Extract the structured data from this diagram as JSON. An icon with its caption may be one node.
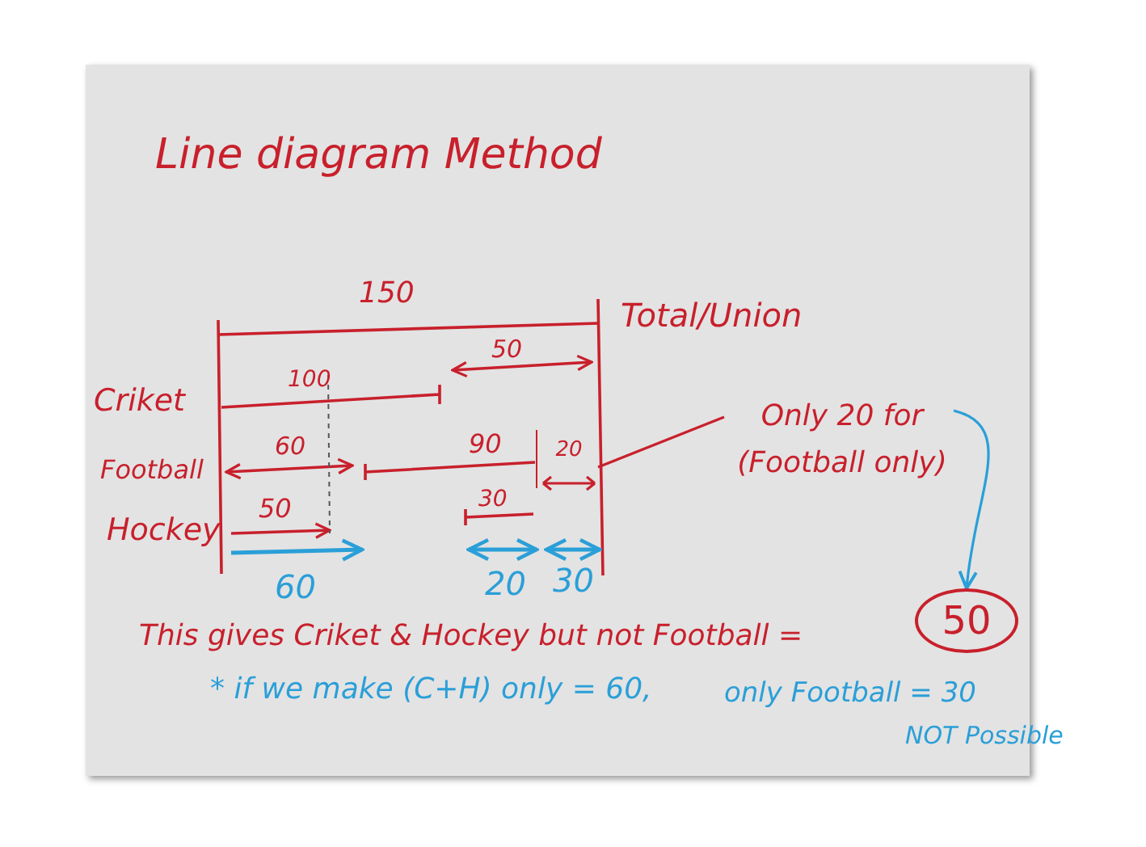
{
  "diagram": {
    "title": "Line diagram Method",
    "nodes": [
      {
        "text": [
          "Only 20 for (Football only)"
        ]
      },
      {
        "text": [
          "20"
        ]
      },
      {
        "text": [
          "50"
        ]
      }
    ],
    "edges": [
      {
        "from": 0,
        "to": 1,
        "arrow": "none",
        "color": "#c8202c"
      },
      {
        "from": 0,
        "to": 2,
        "arrow": "to",
        "color": "#2a9fd8"
      }
    ],
    "labels": [
      "150",
      "Total/Union",
      "50",
      "Criket",
      "100",
      "Football",
      "60",
      "90",
      "30",
      "Hockey",
      "50",
      "60",
      "20",
      "30",
      "This gives Criket & Hockey but not Football =",
      "* if we make (C+H) only = 60,",
      "only Football = 30",
      "NOT Possible"
    ]
  }
}
